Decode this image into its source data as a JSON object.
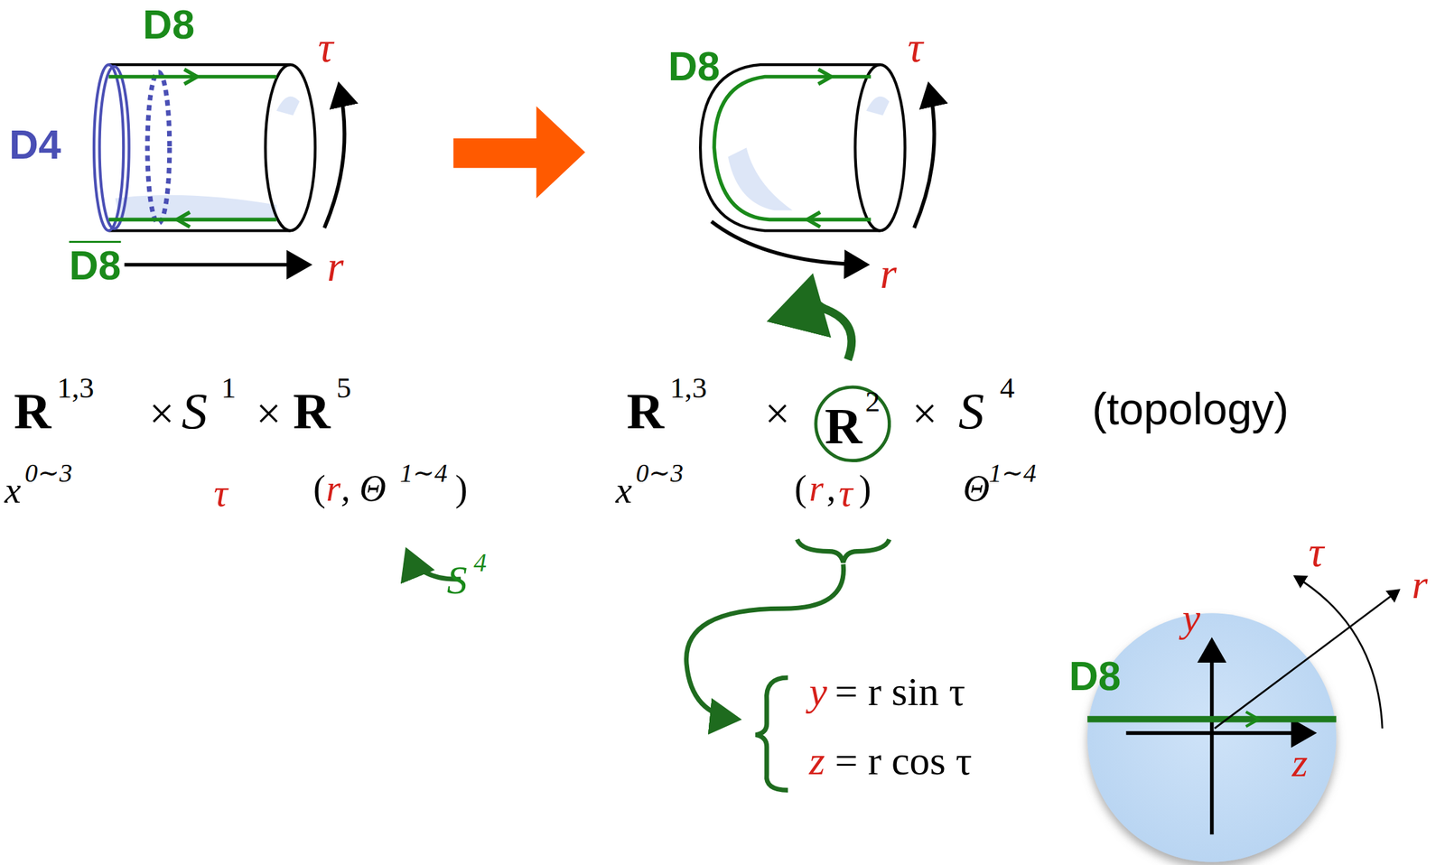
{
  "diagram": {
    "nodes": [
      {
        "text": [
          "R",
          "2"
        ]
      }
    ],
    "labels": [
      "D8",
      "τ",
      "D4",
      "D8",
      "r",
      "D8",
      "τ",
      "r",
      "R",
      "1,3",
      "×",
      "S",
      "1",
      "×",
      "R",
      "5",
      "x",
      "0∼3",
      "τ",
      "(",
      "r",
      ", Θ",
      "1∼4",
      ")",
      "S",
      "4",
      "R",
      "1,3",
      "×",
      "×",
      "S",
      "4",
      "(topology)",
      "x",
      "0∼3",
      "(",
      "r",
      ",",
      "τ",
      ")",
      "Θ",
      "1∼4",
      "y",
      "= r sin τ",
      "z",
      "= r cos τ",
      "y",
      "z",
      "D8",
      "r",
      "τ"
    ]
  }
}
